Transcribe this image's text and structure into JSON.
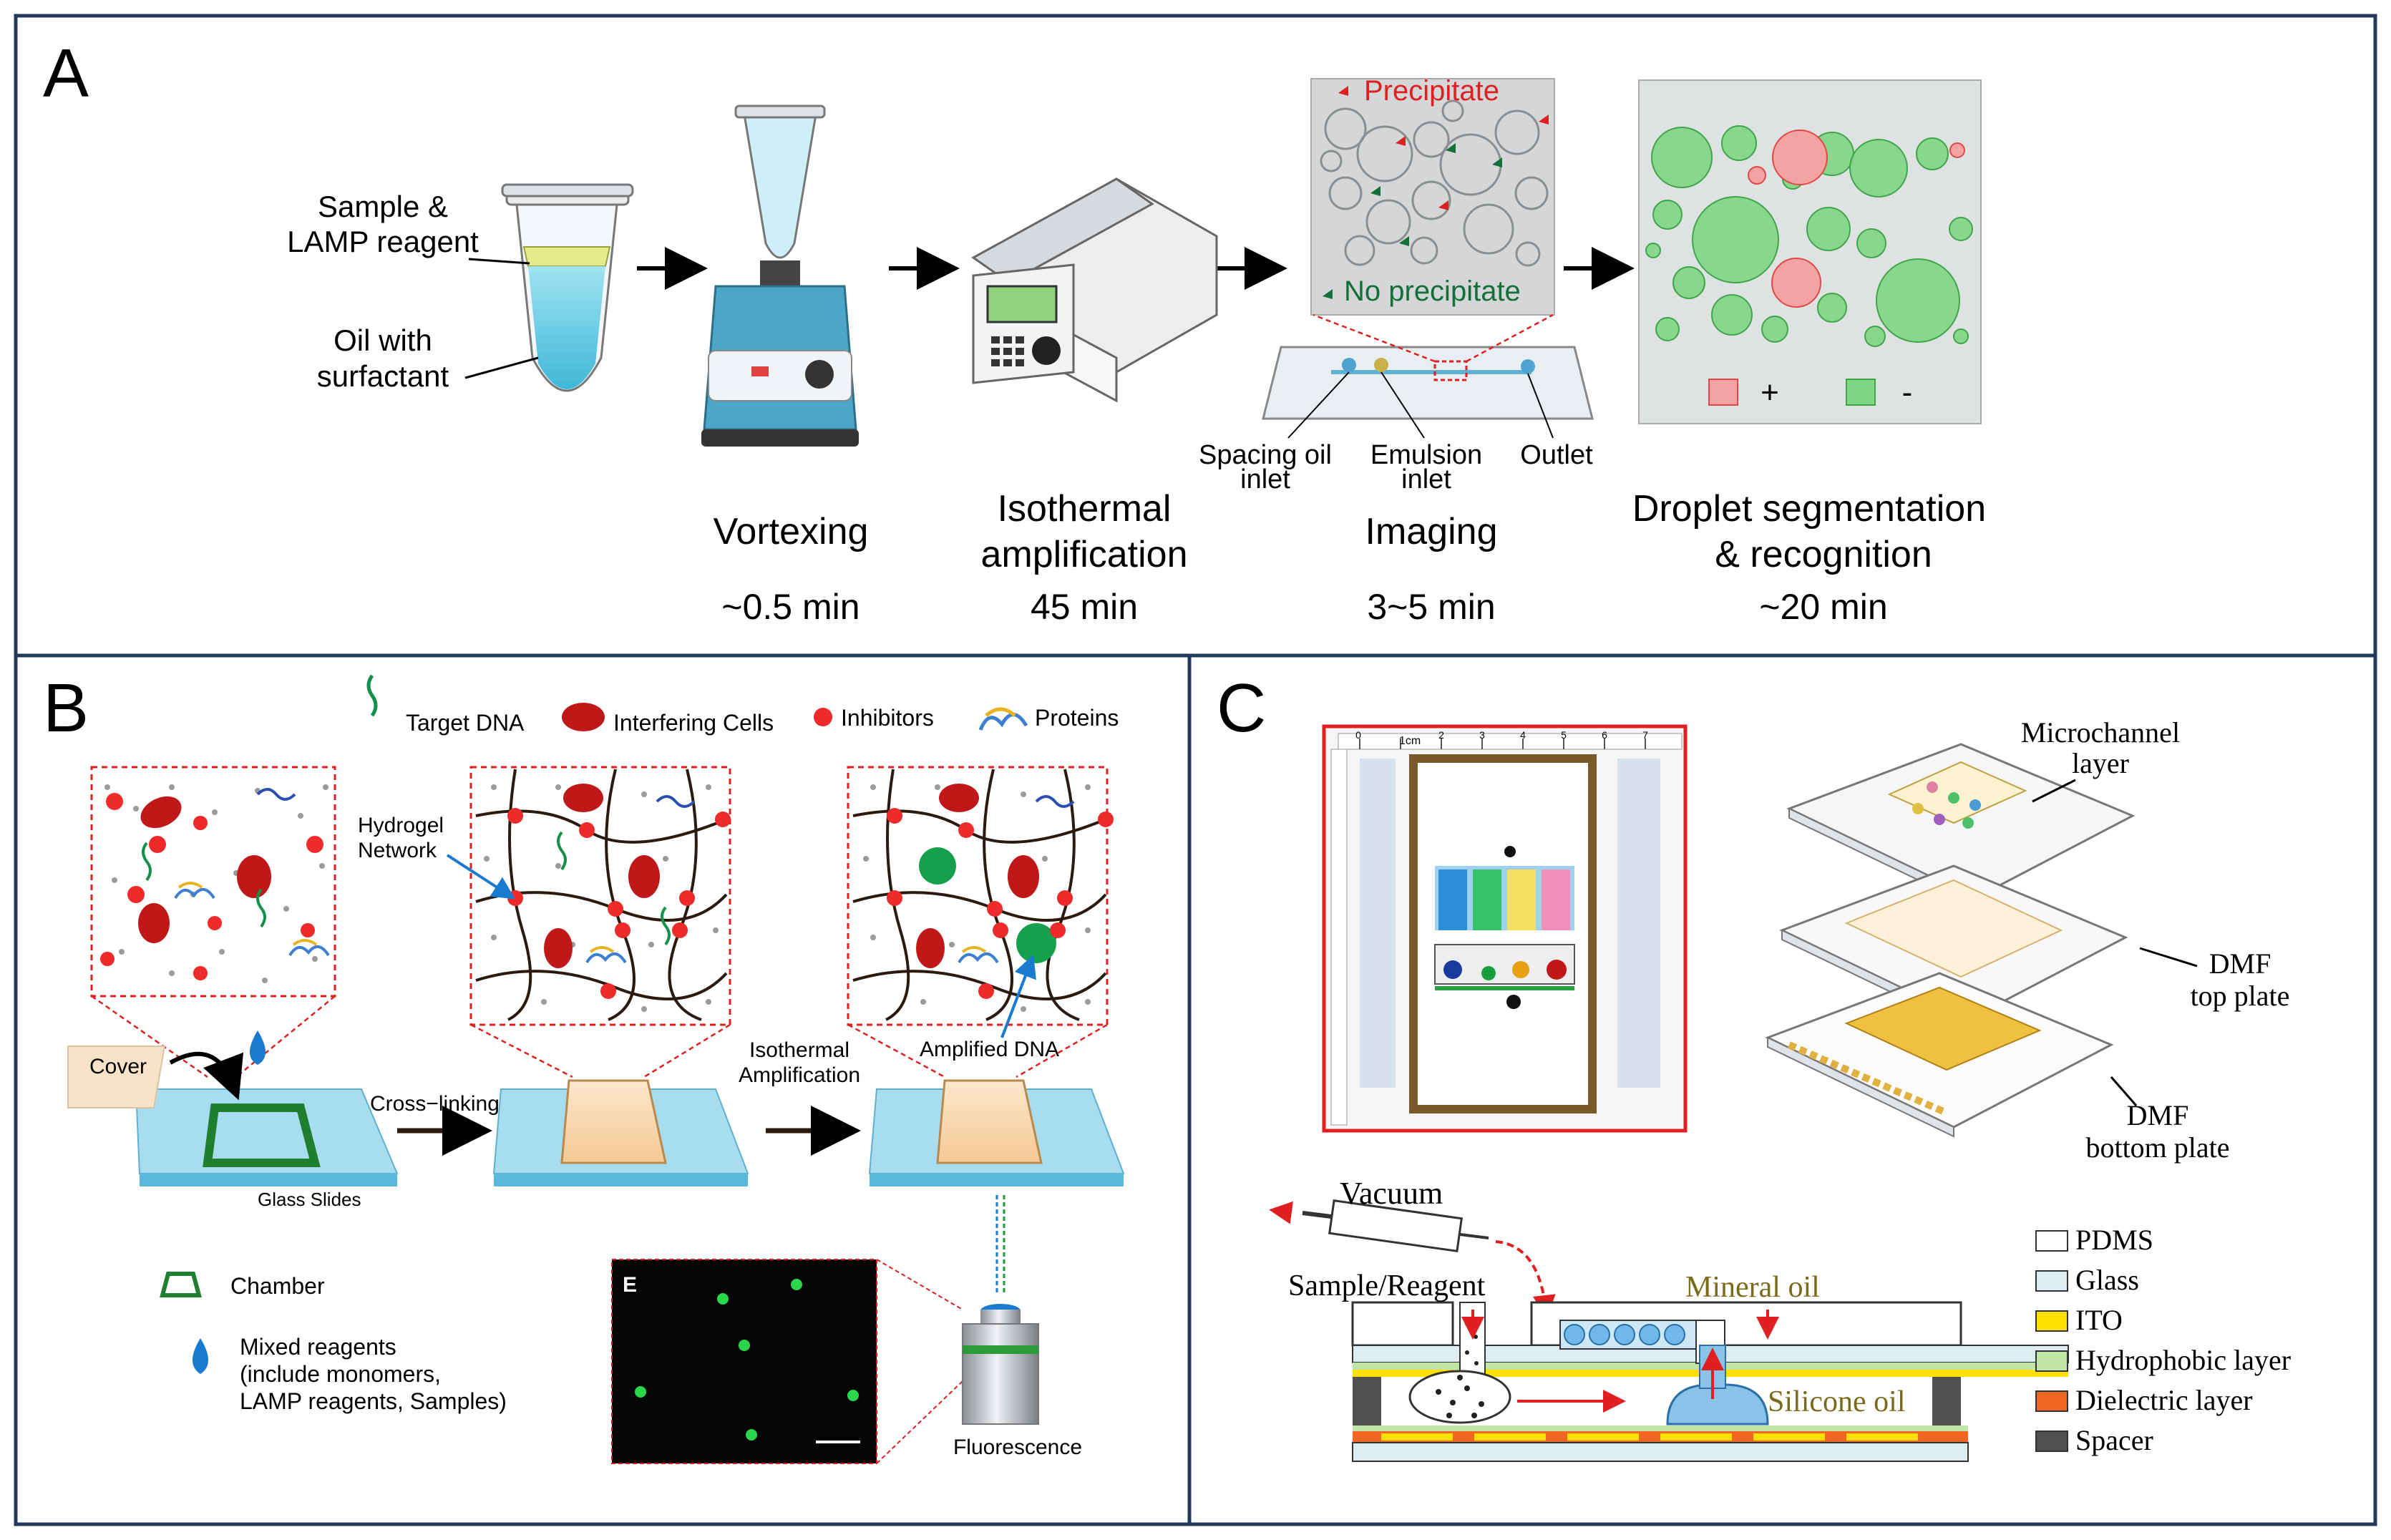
{
  "panelA": {
    "letter": "A",
    "tube_label_1": "Sample &",
    "tube_label_2": "LAMP reagent",
    "oil_label_1": "Oil with",
    "oil_label_2": "surfactant",
    "precipitate": "Precipitate",
    "no_precipitate": "No precipitate",
    "spacing_oil_1": "Spacing oil",
    "spacing_oil_2": "inlet",
    "emulsion_1": "Emulsion",
    "emulsion_2": "inlet",
    "outlet": "Outlet",
    "plus_sign": "+",
    "minus_sign": "-",
    "steps": [
      {
        "line1": "Vortexing",
        "line2": "",
        "time": "~0.5 min"
      },
      {
        "line1": "Isothermal",
        "line2": "amplification",
        "time": "45 min"
      },
      {
        "line1": "Imaging",
        "line2": "",
        "time": "3~5 min"
      },
      {
        "line1": "Droplet segmentation",
        "line2": "& recognition",
        "time": "~20 min"
      }
    ]
  },
  "panelB": {
    "letter": "B",
    "legend": {
      "target_dna": "Target DNA",
      "interfering_cells": "Interfering Cells",
      "inhibitors": "Inhibitors",
      "proteins": "Proteins"
    },
    "hydrogel_1": "Hydrogel",
    "hydrogel_2": "Network",
    "amplified_dna": "Amplified DNA",
    "cover": "Cover",
    "cross_linking": "Cross−linking",
    "isothermal_1": "Isothermal",
    "isothermal_2": "Amplification",
    "glass_slides": "Glass Slides",
    "chamber": "Chamber",
    "mixed_1": "Mixed reagents",
    "mixed_2": "(include monomers,",
    "mixed_3": "LAMP reagents, Samples)",
    "inset_letter": "E",
    "fluorescence": "Fluorescence"
  },
  "panelC": {
    "letter": "C",
    "ruler_cm": "1cm",
    "ruler_ticks": [
      "0",
      "2",
      "3",
      "4",
      "5",
      "6",
      "7"
    ],
    "microchannel_1": "Microchannel",
    "microchannel_2": "layer",
    "dmf_top_1": "DMF",
    "dmf_top_2": "top plate",
    "dmf_bottom_1": "DMF",
    "dmf_bottom_2": "bottom plate",
    "vacuum": "Vacuum",
    "sample_reagent": "Sample/Reagent",
    "mineral_oil": "Mineral oil",
    "silicone_oil": "Silicone oil",
    "legend": [
      {
        "label": "PDMS",
        "color": "#ffffff"
      },
      {
        "label": "Glass",
        "color": "#dcecf0"
      },
      {
        "label": "ITO",
        "color": "#ffe000"
      },
      {
        "label": "Hydrophobic layer",
        "color": "#bfe6a5"
      },
      {
        "label": "Dielectric layer",
        "color": "#f26522"
      },
      {
        "label": "Spacer",
        "color": "#505050"
      }
    ]
  }
}
